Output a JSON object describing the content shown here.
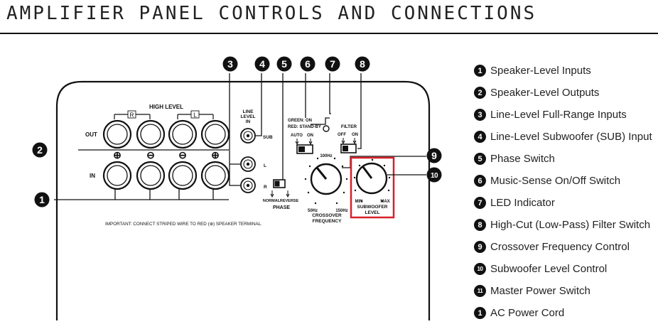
{
  "page": {
    "title": "AMPLIFIER PANEL CONTROLS AND CONNECTIONS"
  },
  "panel": {
    "high_level": "HIGH LEVEL",
    "channel_r": "R",
    "channel_l": "L",
    "out": "OUT",
    "in": "IN",
    "polarity": [
      "⊕",
      "⊖",
      "⊖",
      "⊕"
    ],
    "important": "IMPORTANT: CONNECT STRIPED WIRE TO RED (⊕) SPEAKER TERMINAL.",
    "line_level": [
      "LINE",
      "LEVEL",
      "IN"
    ],
    "sub": "SUB",
    "l": "L",
    "r": "R",
    "normal": "NORMAL",
    "reverse": "REVERSE",
    "phase": "PHASE",
    "green_on": "GREEN: ON",
    "red_standby": "RED: STAND-BY",
    "auto": "AUTO",
    "on": "ON",
    "filter": "FILTER",
    "off": "OFF",
    "filter_on": "ON",
    "hz100": "100Hz",
    "hz50": "50Hz",
    "hz150": "150Hz",
    "crossover": [
      "CROSSOVER",
      "FREQUENCY"
    ],
    "min": "MIN",
    "max": "MAX",
    "subwoofer": [
      "SUBWOOFER",
      "LEVEL"
    ]
  },
  "callouts": [
    "3",
    "4",
    "5",
    "6",
    "7",
    "8",
    "2",
    "1",
    "9",
    "10"
  ],
  "highlight_color": "#d6202a",
  "legend": [
    {
      "num": "1",
      "label": "Speaker-Level Inputs"
    },
    {
      "num": "2",
      "label": "Speaker-Level Outputs"
    },
    {
      "num": "3",
      "label": "Line-Level Full-Range Inputs"
    },
    {
      "num": "4",
      "label": "Line-Level Subwoofer (SUB) Input"
    },
    {
      "num": "5",
      "label": "Phase Switch"
    },
    {
      "num": "6",
      "label": "Music-Sense On/Off Switch"
    },
    {
      "num": "7",
      "label": "LED Indicator"
    },
    {
      "num": "8",
      "label": "High-Cut (Low-Pass) Filter Switch"
    },
    {
      "num": "9",
      "label": "Crossover Frequency Control"
    },
    {
      "num": "10",
      "label": "Subwoofer Level Control"
    },
    {
      "num": "11",
      "label": "Master Power Switch"
    },
    {
      "num": "1",
      "label": "AC Power Cord"
    }
  ]
}
